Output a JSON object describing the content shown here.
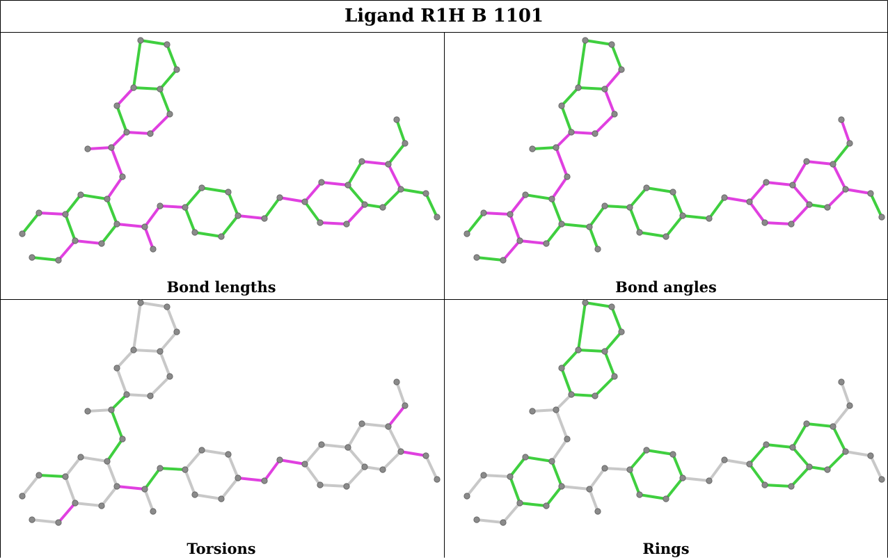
{
  "title": "Ligand R1H B 1101",
  "colors": {
    "green": "#3fcf3f",
    "magenta": "#e040e0",
    "gray": "#c8c8c8",
    "atom": "#8a8a8a",
    "border": "#000000"
  },
  "panels": [
    {
      "label": "Bond lengths"
    },
    {
      "label": "Bond angles"
    },
    {
      "label": "Torsions"
    },
    {
      "label": "Rings"
    }
  ]
}
